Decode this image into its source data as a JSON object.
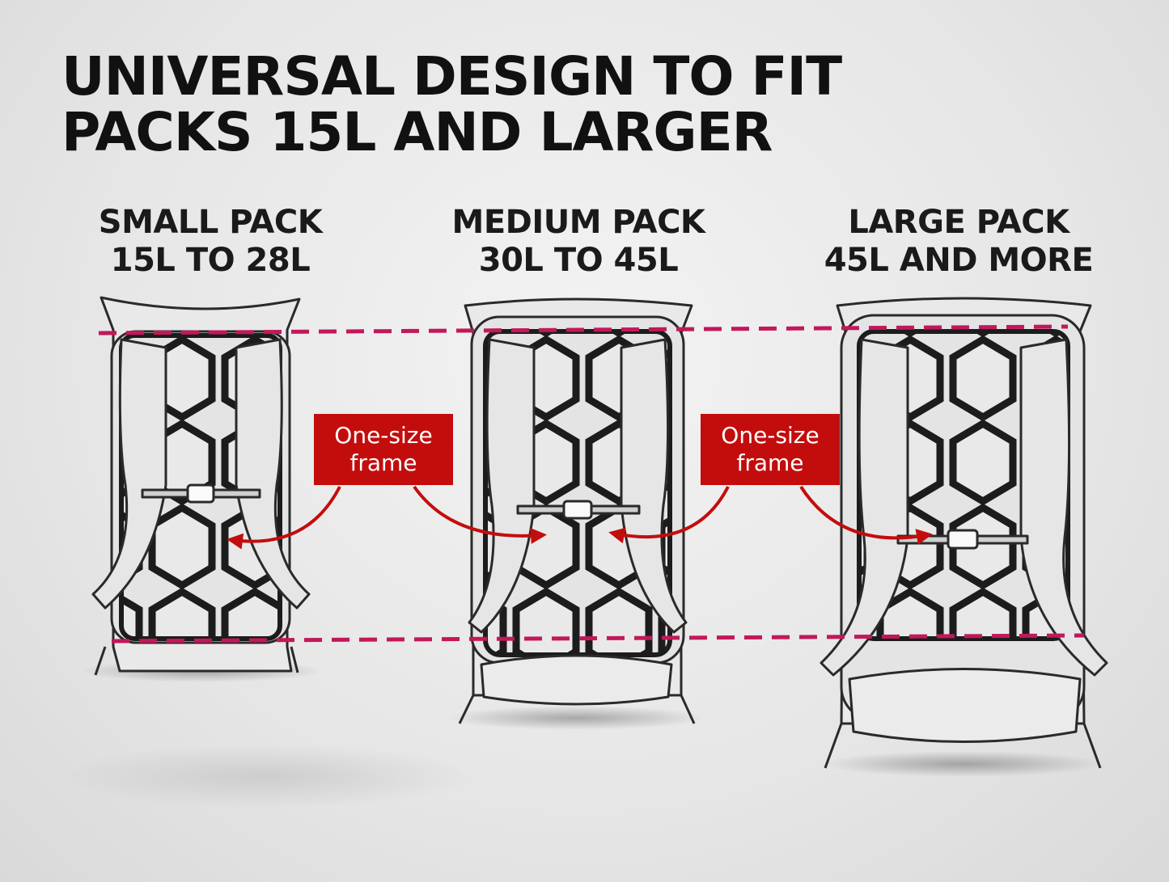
{
  "headline": {
    "line1": "UNIVERSAL DESIGN TO FIT",
    "line2": "PACKS 15L AND LARGER"
  },
  "packs": [
    {
      "name": "SMALL PACK",
      "range": "15L TO 28L",
      "icon": "backpack-small-icon"
    },
    {
      "name": "MEDIUM PACK",
      "range": "30L TO 45L",
      "icon": "backpack-medium-icon"
    },
    {
      "name": "LARGE PACK",
      "range": "45L AND MORE",
      "icon": "backpack-large-icon"
    }
  ],
  "callouts": [
    {
      "line1": "One-size",
      "line2": "frame"
    },
    {
      "line1": "One-size",
      "line2": "frame"
    }
  ],
  "colors": {
    "accent": "#c30d0d",
    "guide_line": "#c2185b",
    "frame": "#1c1c1c",
    "outline": "#2a2a2a",
    "pack_fill": "#e9e9e9",
    "text": "#111111"
  }
}
